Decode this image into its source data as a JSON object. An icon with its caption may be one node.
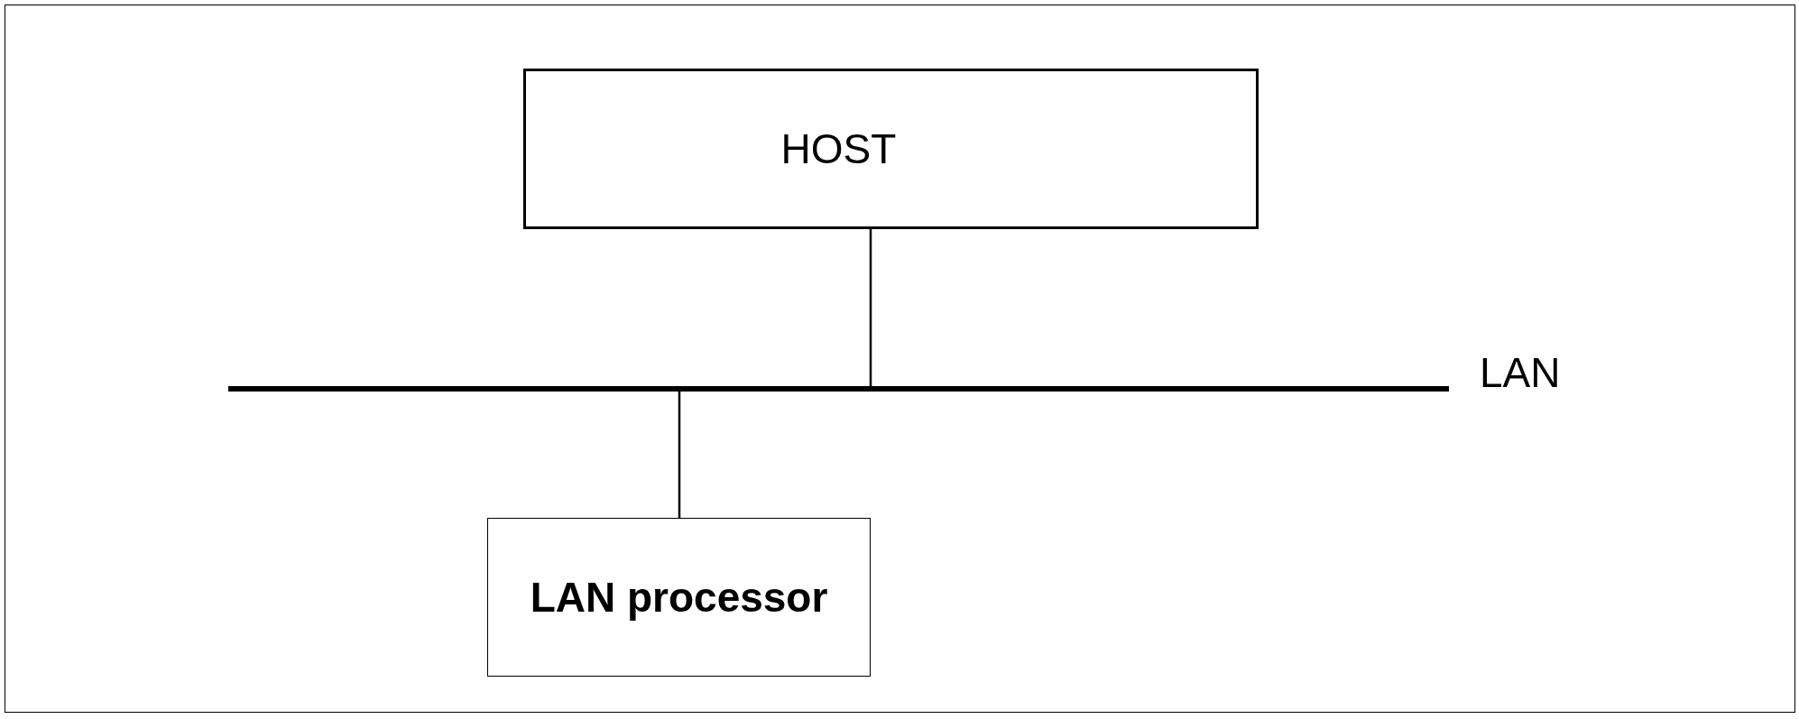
{
  "diagram": {
    "nodes": [
      {
        "text": [
          "HOST"
        ]
      },
      {
        "text": [],
        "shape": "bar",
        "beside": [
          "LAN"
        ]
      },
      {
        "text": [
          "LAN processor"
        ]
      }
    ],
    "edges": [
      {
        "from": 0,
        "to": 1,
        "arrow": "none"
      },
      {
        "from": 1,
        "to": 2,
        "arrow": "none"
      }
    ]
  }
}
